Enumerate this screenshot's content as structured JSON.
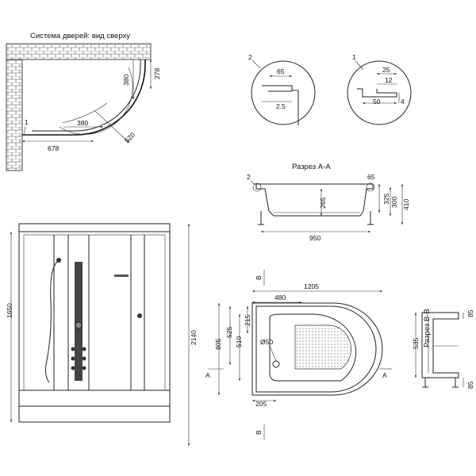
{
  "titles": {
    "top_view": "Система дверей: вид сверху",
    "section_aa": "Разрез А-А",
    "section_bb": "Разрез В-В"
  },
  "callouts": {
    "one": "1",
    "two": "2"
  },
  "top_view_dims": {
    "r380_a": "380",
    "d278": "278",
    "r380_b": "380",
    "r520": "520",
    "d678": "678"
  },
  "detail_2_dims": {
    "d65": "65",
    "d2_5": "2.5"
  },
  "detail_1_dims": {
    "d25": "25",
    "d12": "12",
    "d50": "50",
    "d4": "4"
  },
  "section_aa_dims": {
    "d65": "65",
    "d325": "325",
    "d300": "300",
    "d410": "410",
    "d265": "265",
    "d950": "950"
  },
  "front_dims": {
    "height_left": "1650",
    "height_right": "2140"
  },
  "plan_dims": {
    "d1205": "1205",
    "d480": "480",
    "d805": "805",
    "d525": "525",
    "d510": "510",
    "d215": "215",
    "d50": "Ø50",
    "d205": "205"
  },
  "section_marks": {
    "a": "A",
    "b": "В"
  },
  "section_bb_dims": {
    "d85_top": "85",
    "d535": "535",
    "d85_bottom": "85"
  }
}
